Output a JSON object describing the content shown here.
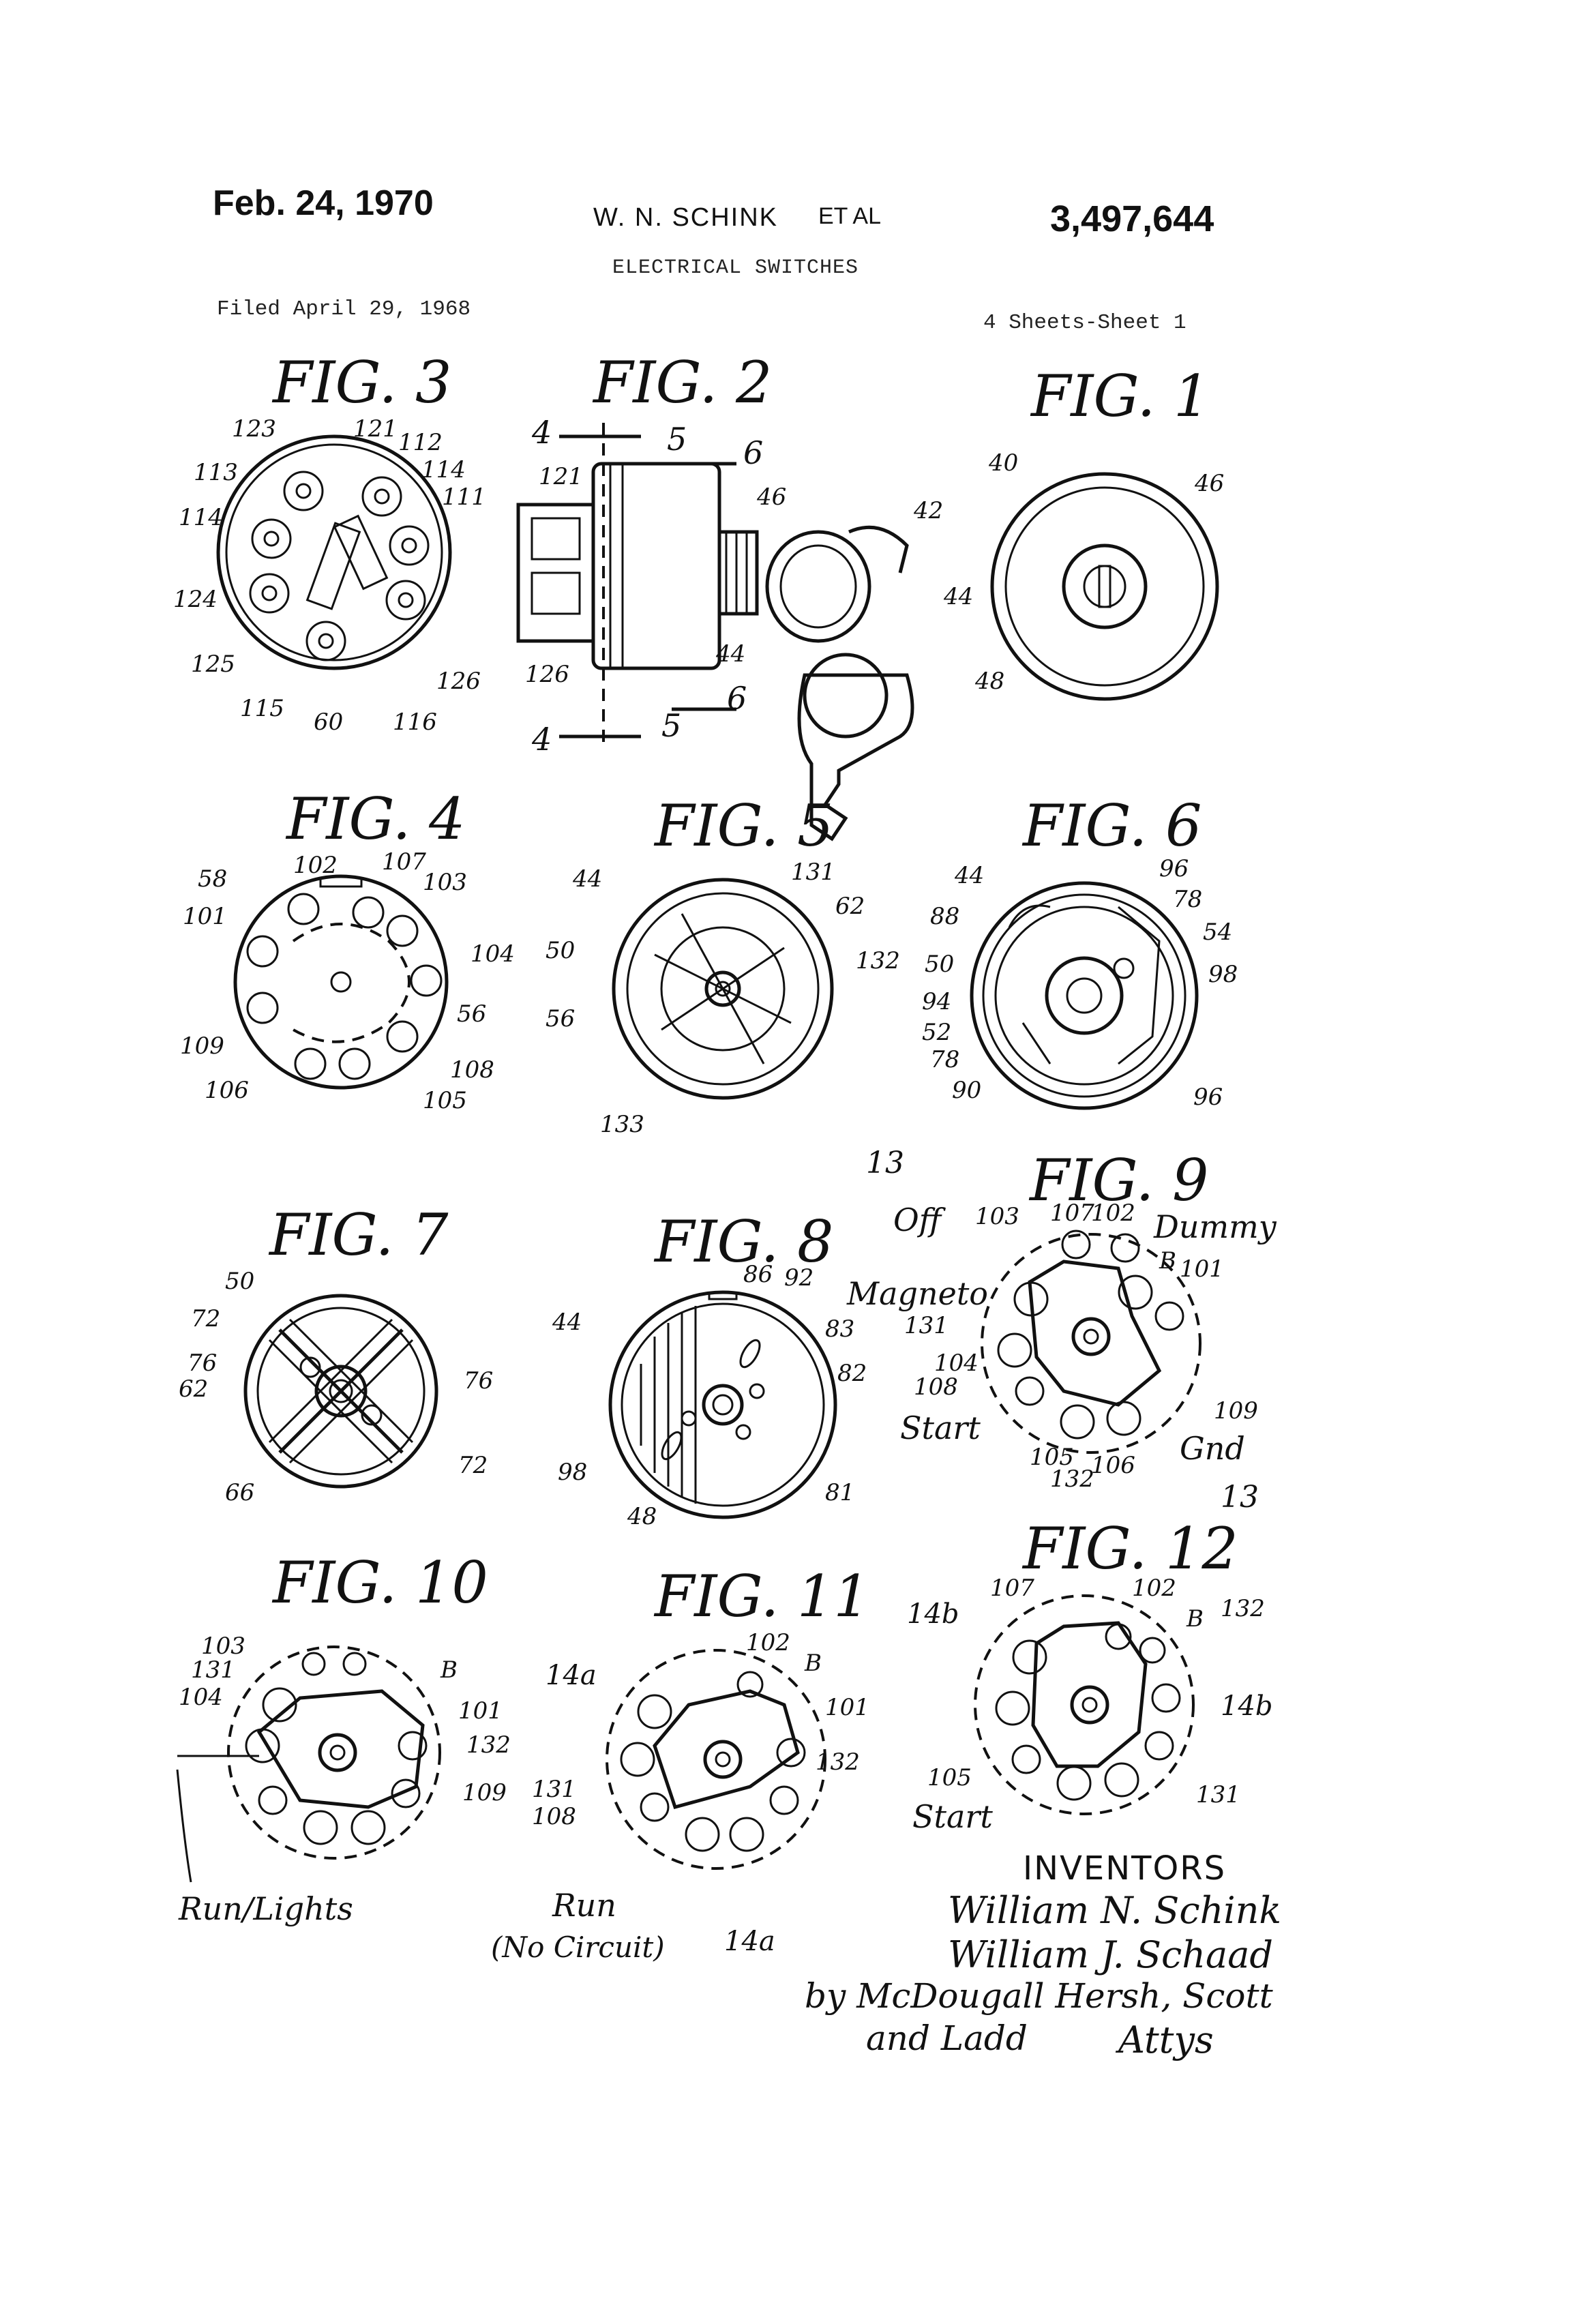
{
  "header": {
    "date": "Feb. 24, 1970",
    "inventor_short": "W. N. SCHINK",
    "et_al": "ET AL",
    "patent_number": "3,497,644",
    "title": "ELECTRICAL SWITCHES",
    "filed": "Filed April 29, 1968",
    "sheets": "4 Sheets-Sheet 1"
  },
  "figures": {
    "fig1": "FIG. 1",
    "fig2": "FIG. 2",
    "fig3": "FIG. 3",
    "fig4": "FIG. 4",
    "fig5": "FIG. 5",
    "fig6": "FIG. 6",
    "fig7": "FIG. 7",
    "fig8": "FIG. 8",
    "fig9": "FIG. 9",
    "fig10": "FIG. 10",
    "fig11": "FIG. 11",
    "fig12": "FIG. 12"
  },
  "annotations": {
    "off": "Off",
    "magneto": "Magneto",
    "dummy": "Dummy",
    "start": "Start",
    "gnd": "Gnd",
    "run_lights": "Run/Lights",
    "run": "Run",
    "no_circuit": "(No Circuit)",
    "start12": "Start"
  },
  "inventors": {
    "heading": "INVENTORS",
    "name1": "William N. Schink",
    "name2": "William J. Schaad",
    "by": "by McDougall Hersh, Scott",
    "and": "and Ladd",
    "attys": "Attys"
  }
}
